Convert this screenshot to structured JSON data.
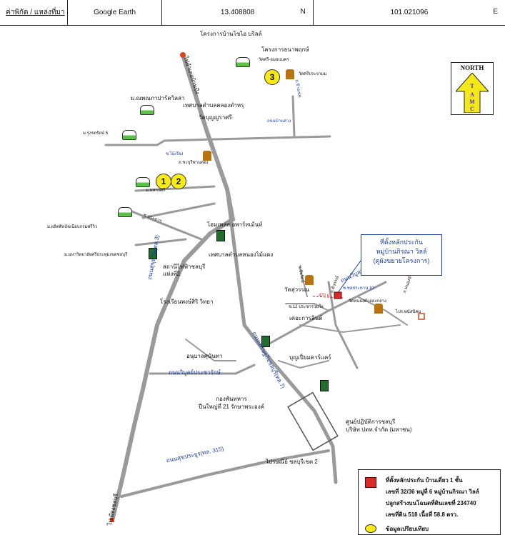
{
  "header": {
    "label": "ค่าพิกัด / แหล่งที่มา",
    "source": "Google Earth",
    "latitude": "13.408808",
    "lat_unit": "N",
    "longitude": "101.021096",
    "lon_unit": "E"
  },
  "north_arrow": {
    "north": "NORTH",
    "letters": [
      "T",
      "A",
      "M",
      "C"
    ]
  },
  "markers": [
    "1",
    "2",
    "3"
  ],
  "places": {
    "project_top": "โครงการบ้านโซไอ บริลล์",
    "project_top2": "โครงการธนาพฤกษ์",
    "temple_amnuaiphon": "วัดศรี-อมอบนคร",
    "temple_sri_prachaniam": "วัดศรีประจามม",
    "road_top_right": "ถนนบ้านล่าง",
    "road_small_right": "ถ.ข้างเขต",
    "university_park": "ม.ณพณภาปาร์ควิลล่า",
    "municipality_khlong": "เทศบาลตำบลคลองตำหรุ",
    "temple_bunyarat": "วัดบุญญราศรี",
    "village_rungrot": "ม.รุ่งรตรัตน์ 5",
    "soi_maipriao": "ซ.ไม้เรียง",
    "soi_road_small": "ถ.ชะบุรีพานทอง",
    "village_thanarot": "ม.ทหารศรี",
    "village_prawet": "ม.ผลิตศิลป์ชเนียบกรมศรีวิว",
    "hotel": "โฮมเพลส อพาร์ทเม้นท์",
    "university_rajabhat": "ม.มหาวิทยาลัยศรีประทุมเขตชลบุรี",
    "municipality_nongmailaeng": "เทศบาลตำบลหนองไม้แดง",
    "station": "สถานีไฟฟ้าชลบุรี\nแห่งที่2",
    "school": "โรงเรียนพงษ์สิริ วิทยา",
    "temple_mid": "วัดสุวรรณ",
    "school_mid_right": "ซ.12 ประชาร่วมใจ",
    "institute": "เคอะการลินต์",
    "kindergarten": "อนุบาลศุนันทา",
    "market": "บุญเปี่ยมคาร์แคร์",
    "army": "กองพันทหาร\nปืนใหญ่ที่ 21 รักษาพระองค์",
    "operation_center": "ศูนย์ปฏิบัติการชลบุรี\nบริษัท ปตท.จำกัด (มหาชน)",
    "post_office": "ไปรษณีย์ ชลบุรีเขต 2",
    "police_right": "ไปร.พนัสนิคม",
    "temple_right": "วัดหนองตำลองกลาง",
    "site_label": "ซ.ชลประทาน 10",
    "distance": "470 ม."
  },
  "roads": {
    "to_banbueng_top": "ไปอำเภอบ้านบึง",
    "main_road": "ถนนสุขุมวิท(ทล.3)",
    "road_to_chonburi": "ไปเมืองชลบุรี",
    "road_rajchaprachut": "ถนนวิบูลย์ประชารักษ์",
    "road_sukprayoon": "ถนนสุขประยูร(ทล. 315)",
    "road_setthakit": "ถนนเศรษฐกิจชลบุรี(ทล.7)",
    "road_right": "ถนนวิบูลย์ธรรมรักษ์",
    "road_soi_right": "ซ.ชัยรัตน์",
    "road_soi_right2": "ถ.ศิวกรณ์",
    "road_ban_sam": "ถ.หนองข้างคอก",
    "road_soi_main": "ซ.ประปาฯ"
  },
  "callout": {
    "line1": "ที่ตั้งหลักประกัน",
    "line2": "หมู่บ้านกิรณา วิลล์",
    "line3": "(ดูผังขยายโครงการ)"
  },
  "legend": {
    "site_line1": "ที่ตั้งหลักประกัน บ้านเดี่ยว 1 ชั้น",
    "site_line2": "เลขที่ 32/36 หมู่ที่ 6 หมู่บ้านกิรณา วิลล์",
    "site_line3": "ปลูกสร้างบนโฉนดที่ดินเลขที่ 234740",
    "site_line4": "เลขที่ดิน 518 เนื้อที่ 58.8 ตรว.",
    "compare": "ข้อมูลเปรียบเทียบ"
  },
  "colors": {
    "road": "#9a9a9a",
    "site": "#d52b2b",
    "marker": "#f7ea16",
    "label_blue": "#1a3fa8"
  }
}
